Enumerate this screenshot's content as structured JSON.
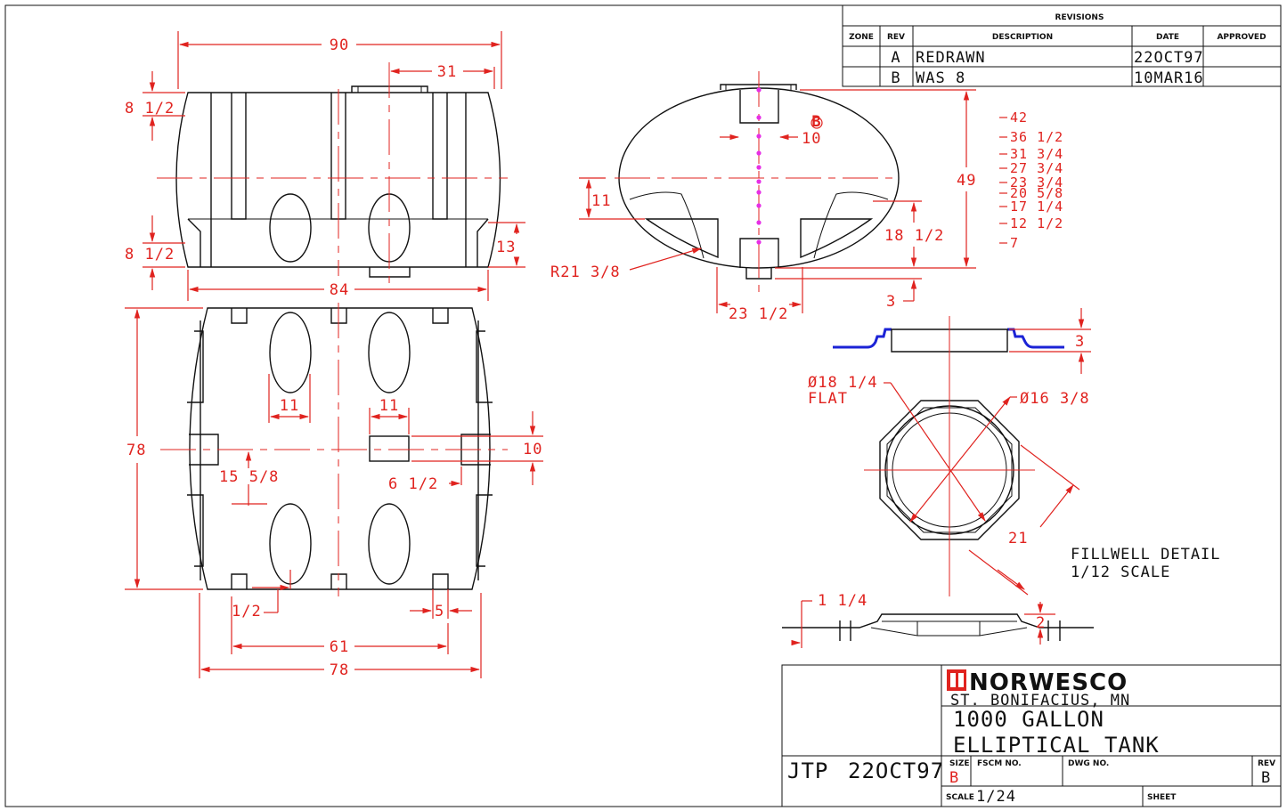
{
  "revisions": {
    "title": "REVISIONS",
    "headers": {
      "zone": "ZONE",
      "rev": "REV",
      "description": "DESCRIPTION",
      "date": "DATE",
      "approved": "APPROVED"
    },
    "rows": [
      {
        "zone": "",
        "rev": "A",
        "description": "REDRAWN",
        "date": "22OCT97",
        "approved": ""
      },
      {
        "zone": "",
        "rev": "B",
        "description": "WAS 8",
        "date": "10MAR16",
        "approved": ""
      }
    ]
  },
  "dimensions": {
    "top_overall": "90",
    "fill_offset": "31",
    "top_band": "8 1/2",
    "bottom_band": "8 1/2",
    "base_height": "13",
    "base_length": "84",
    "plan_width": "78",
    "plan_cutout_width": "11",
    "fill_width": "11",
    "plan_center_offset": "15 5/8",
    "fill_offset_x": "6 1/2",
    "fill_plan_depth": "10",
    "plan_notch": "1/2",
    "plan_end_notch": "5",
    "plan_inner_length": "61",
    "plan_length": "78",
    "end_height": "49",
    "end_fill_width": "10",
    "end_band": "11",
    "end_leg_height": "18 1/2",
    "end_radius": "R21 3/8",
    "end_half_width": "23 1/2",
    "end_base": "3",
    "rev_marker": "B"
  },
  "gauge_marks": [
    "42",
    "36 1/2",
    "31 3/4",
    "27 3/4",
    "23 3/4",
    "20 5/8",
    "17 1/4",
    "12 1/2",
    "7"
  ],
  "fillwell": {
    "lip_height": "3",
    "flat": "Ø18 1/4",
    "flat_label": "FLAT",
    "diameter": "Ø16 3/8",
    "across": "21",
    "ring_offset": "1 1/4",
    "ring_height": "2",
    "title": "FILLWELL DETAIL",
    "scale": "1/12 SCALE"
  },
  "title_block": {
    "company": "NORWESCO",
    "location": "ST. BONIFACIUS, MN",
    "line1": "1000 GALLON",
    "line2": "ELLIPTICAL TANK",
    "drawn_by": "JTP",
    "drawn_date": "22OCT97",
    "size_label": "SIZE",
    "size": "B",
    "fscm_label": "FSCM NO.",
    "dwg_label": "DWG NO.",
    "rev_label": "REV",
    "rev": "B",
    "scale_label": "SCALE",
    "scale": "1/24",
    "sheet_label": "SHEET"
  },
  "colors": {
    "dimension": "#e0231f",
    "outline": "#111111",
    "fillwell_profile": "#1b23d6",
    "gauge": "#e62fe6"
  }
}
